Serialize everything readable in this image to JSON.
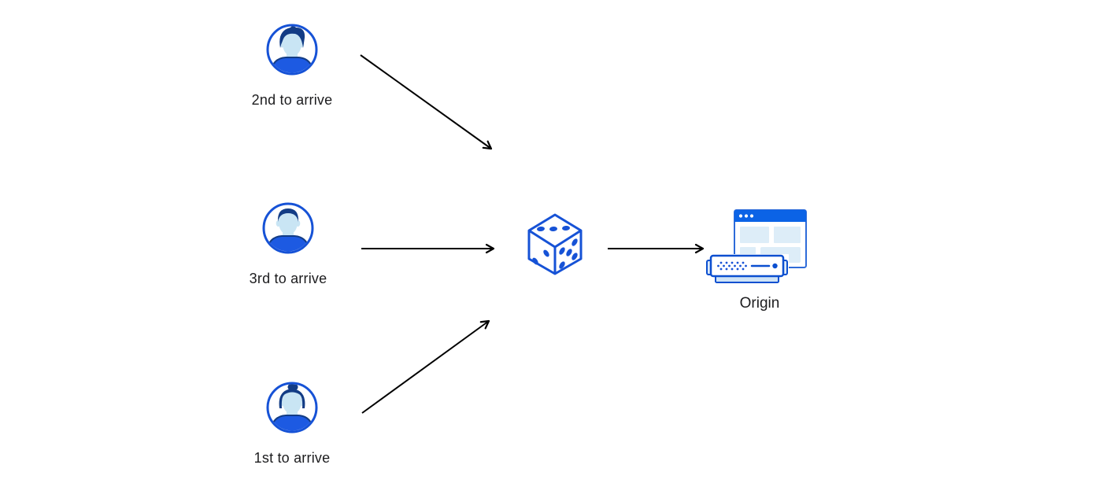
{
  "diagram": {
    "title": "random-steering-load-balancing-diagram",
    "clients": [
      {
        "label": "2nd to arrive",
        "icon": "user-avatar-swept-hair-icon"
      },
      {
        "label": "3rd to arrive",
        "icon": "user-avatar-short-hair-icon"
      },
      {
        "label": "1st to arrive",
        "icon": "user-avatar-bun-hair-icon"
      }
    ],
    "router": {
      "icon": "dice-icon"
    },
    "origin": {
      "label": "Origin",
      "icon": "origin-browser-server-icon"
    },
    "arrows": [
      {
        "from": "client-2nd",
        "to": "dice"
      },
      {
        "from": "client-3rd",
        "to": "dice"
      },
      {
        "from": "client-1st",
        "to": "dice"
      },
      {
        "from": "dice",
        "to": "origin"
      }
    ],
    "colors": {
      "accent_blue": "#1652d6",
      "dark_navy": "#133c85",
      "face_light_blue": "#c9e5f4",
      "shirt_blue": "#1d5ae2",
      "panel_light_blue": "#ddedf8",
      "titlebar_blue": "#0b63e6",
      "server_stroke_blue": "#0b4fd0",
      "arrow_black": "#000000",
      "label_text": "#1c1c1e",
      "background": "#ffffff"
    }
  }
}
